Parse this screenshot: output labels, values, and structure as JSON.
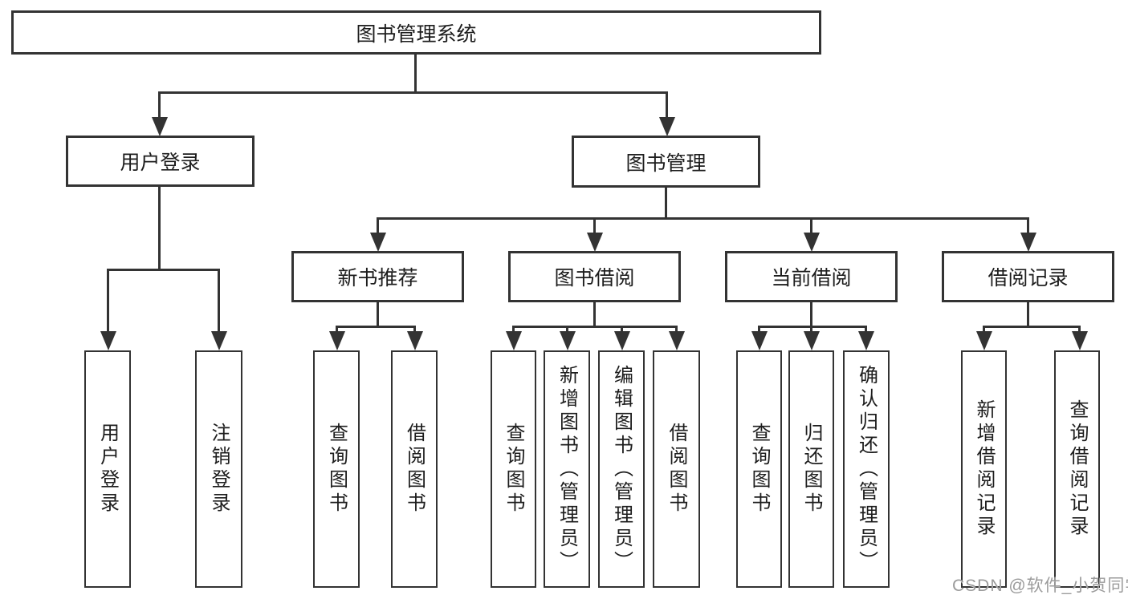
{
  "nodes": {
    "root": "图书管理系统",
    "level2": [
      "用户登录",
      "图书管理"
    ],
    "level3": [
      "新书推荐",
      "图书借阅",
      "当前借阅",
      "借阅记录"
    ],
    "leaves_user_login": [
      "用户登录",
      "注销登录"
    ],
    "leaves_new_book": [
      "查询图书",
      "借阅图书"
    ],
    "leaves_book_borrow": [
      "查询图书",
      "新增图书（管理员）",
      "编辑图书（管理员）",
      "借阅图书"
    ],
    "leaves_current_borrow": [
      "查询图书",
      "归还图书",
      "确认归还（管理员）"
    ],
    "leaves_borrow_record": [
      "新增借阅记录",
      "查询借阅记录"
    ]
  },
  "watermark": "CSDN @软件_小贺同学",
  "colors": {
    "line": "#333333",
    "text": "#1d1d1d",
    "background": "#ffffff",
    "watermark": "#9b9b9b"
  }
}
